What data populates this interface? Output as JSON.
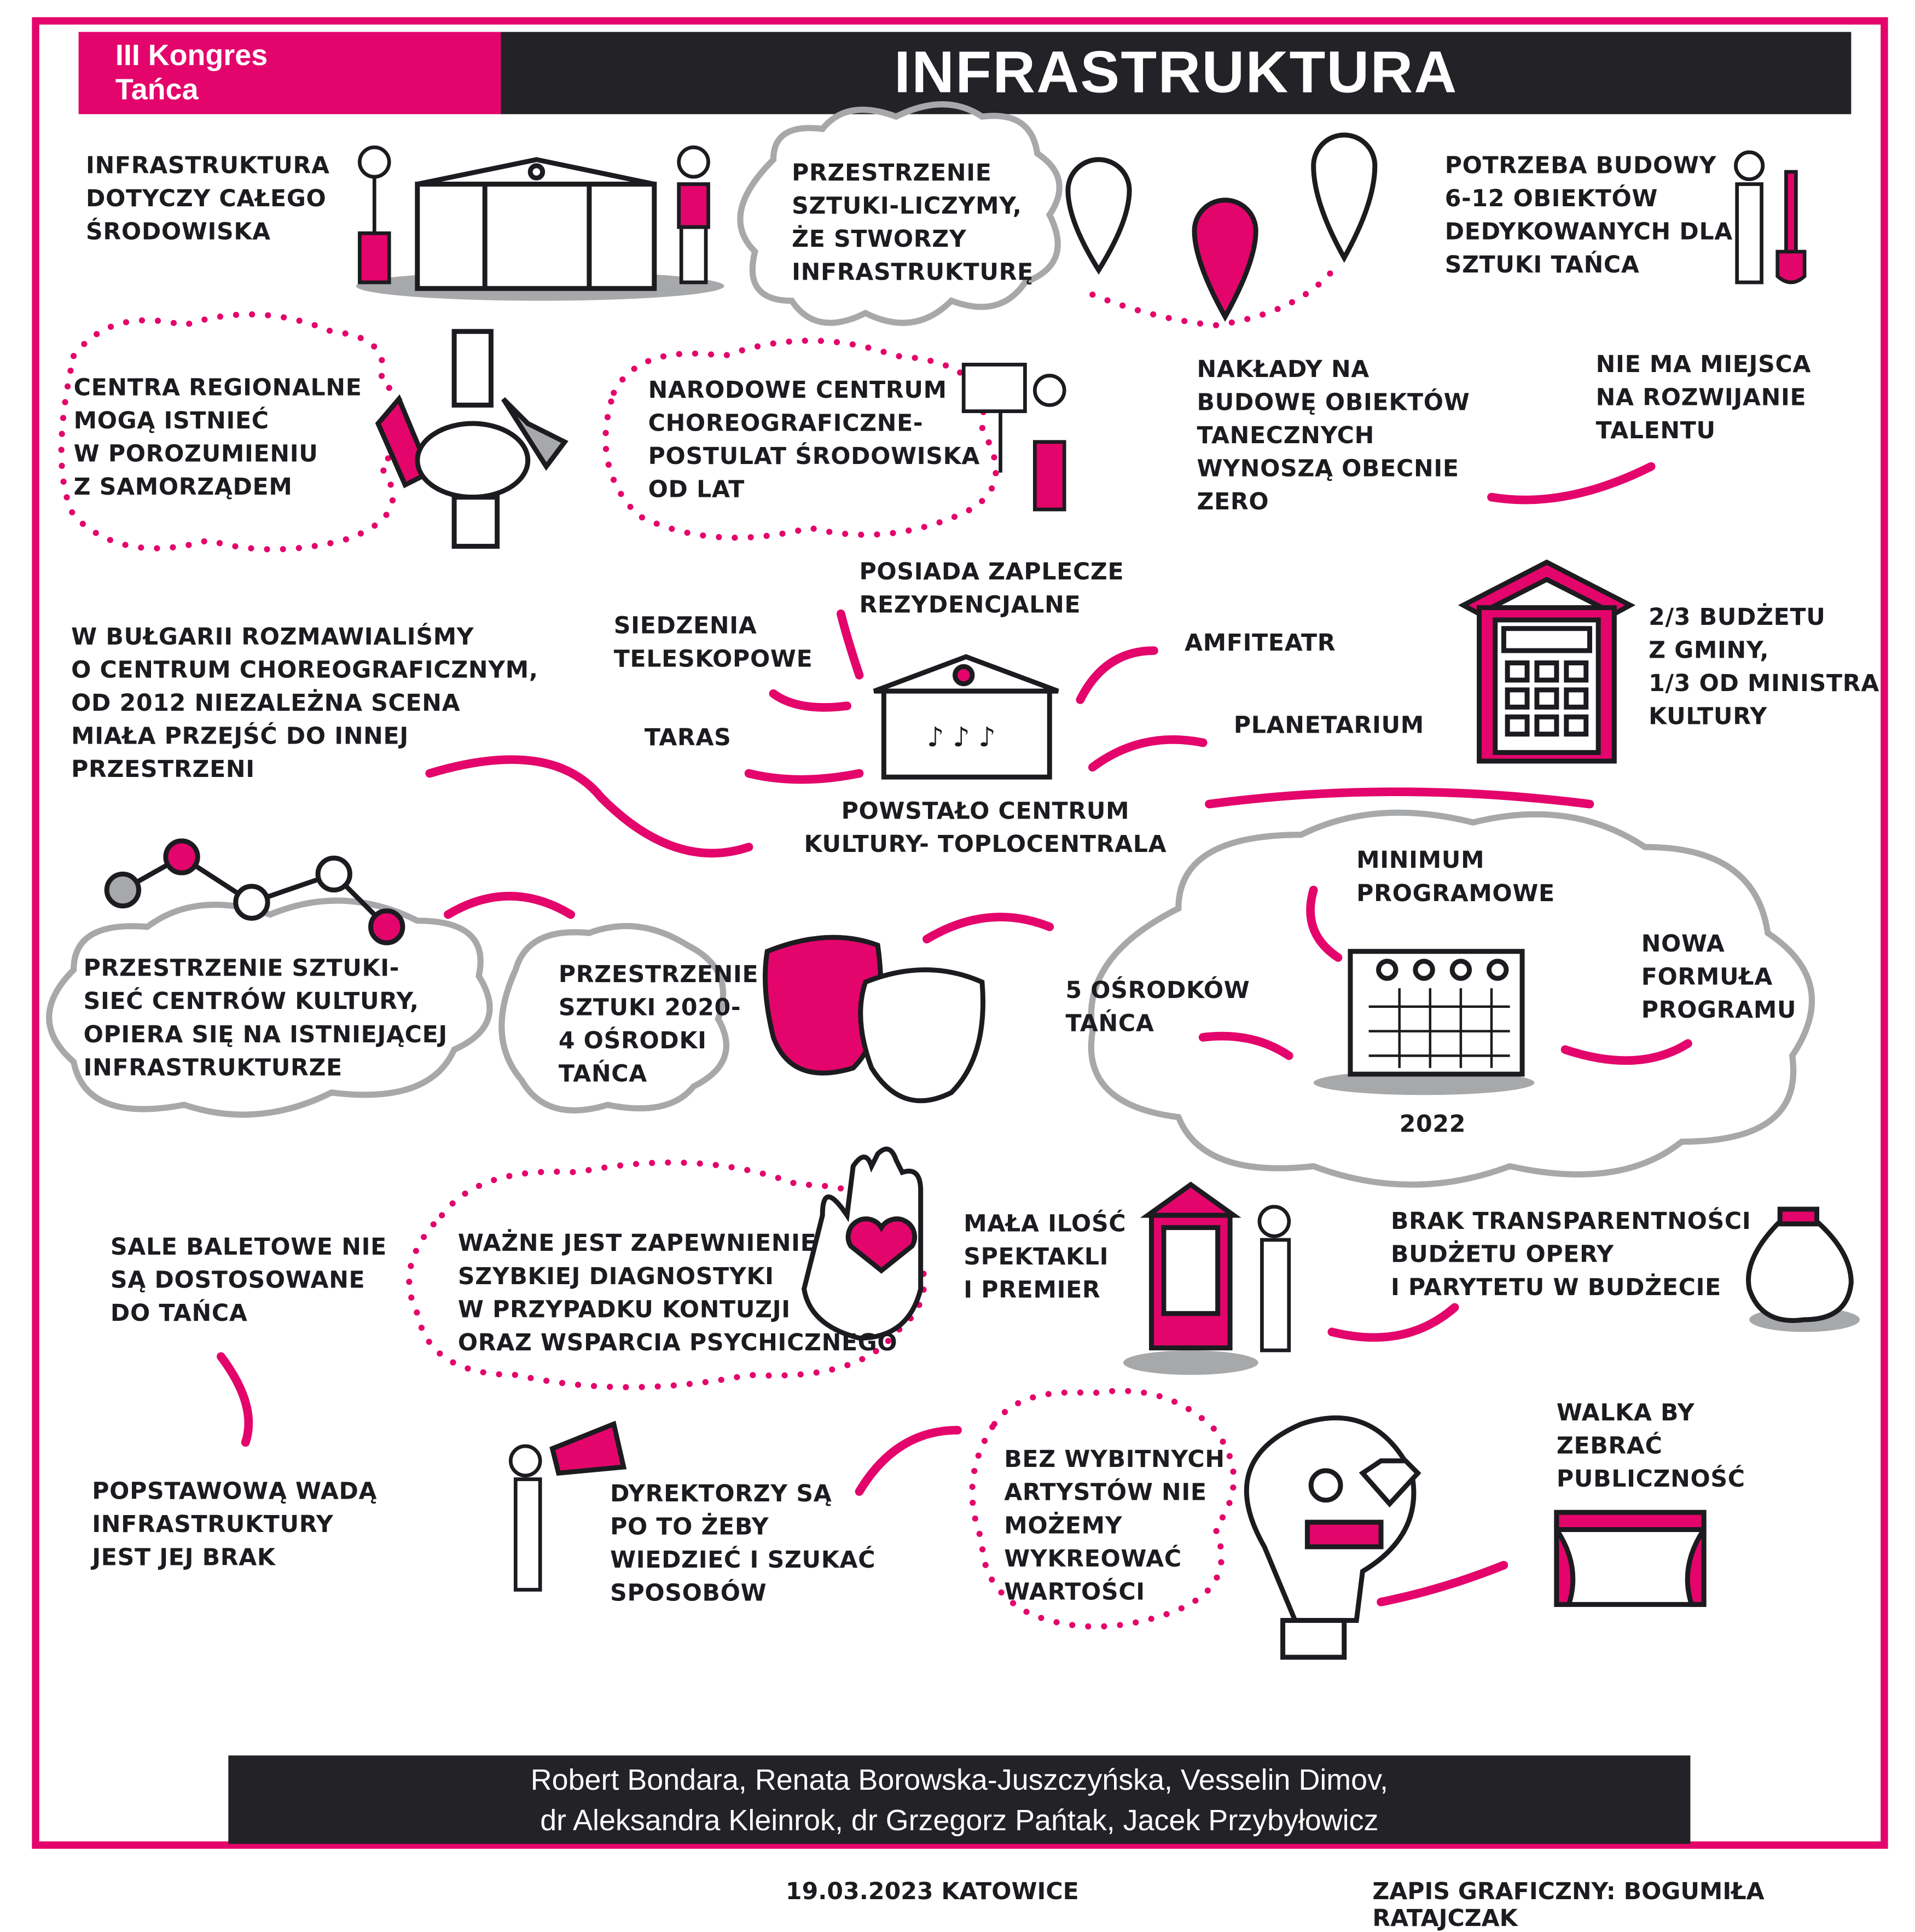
{
  "header": {
    "event_line1": "III Kongres",
    "event_line2": "Tańca",
    "title": "INFRASTRUKTURA"
  },
  "notes": {
    "n1": [
      "Infrastruktura",
      "dotyczy całego",
      "środowiska"
    ],
    "n2": [
      "Przestrzenie",
      "sztuki-liczymy,",
      "że stworzy",
      "infrastrukturę"
    ],
    "n3": [
      "Potrzeba budowy",
      "6-12 obiektów",
      "dedykowanych dla",
      "sztuki tańca"
    ],
    "n4": [
      "Centra regionalne",
      "mogą istnieć",
      "w porozumieniu",
      "z samorządem"
    ],
    "n5": [
      "Narodowe centrum",
      "choreograficzne-",
      "Postulat środowiska",
      "od lat"
    ],
    "n6": [
      "Nakłady na",
      "budowę obiektów",
      "tanecznych",
      "wynoszą obecnie",
      "zero"
    ],
    "n7": [
      "Nie ma miejsca",
      "na rozwijanie",
      "talentu"
    ],
    "n8": [
      "Posiada zaplecze",
      "rezydencjalne"
    ],
    "n9": [
      "Siedzenia",
      "teleskopowe"
    ],
    "n10": [
      "W Bułgarii rozmawialiśmy",
      "o centrum choreograficznym,",
      "od 2012 niezależna scena",
      "miała przejść do innej",
      "przestrzeni"
    ],
    "n11": [
      "Amfiteatr"
    ],
    "n12": [
      "Planetarium"
    ],
    "n13": [
      "Taras"
    ],
    "n14": [
      "2/3 budżetu",
      "z gminy,",
      "1/3 od ministra",
      "kultury"
    ],
    "n15": [
      "Powstało centrum",
      "kultury- Toplocentrala"
    ],
    "n16": [
      "Minimum",
      "programowe"
    ],
    "n17": [
      "Przestrzenie sztuki-",
      "sieć centrów kultury,",
      "opiera się na istniejącej",
      "infrastrukturze"
    ],
    "n18": [
      "Przestrzenie",
      "sztuki 2020-",
      "4 ośrodki",
      "tańca"
    ],
    "n19": [
      "5 ośrodków",
      "tańca"
    ],
    "n20": [
      "Nowa",
      "formuła",
      "programu"
    ],
    "n21": [
      "2022"
    ],
    "n22": [
      "Sale baletowe nie",
      "są dostosowane",
      "do tańca"
    ],
    "n23": [
      "Ważne jest zapewnienie",
      "szybkiej diagnostyki",
      "w przypadku kontuzji",
      "oraz wsparcia psychicznego"
    ],
    "n24": [
      "Mała ilość",
      "spektakli",
      "i premier"
    ],
    "n25": [
      "Brak transparentności",
      "budżetu opery",
      "i parytetu w budżecie"
    ],
    "n26": [
      "Popstawową wadą",
      "infrastruktury",
      "jest jej brak"
    ],
    "n27": [
      "Dyrektorzy są",
      "po to żeby",
      "wiedzieć i szukać",
      "sposobów"
    ],
    "n28": [
      "Bez wybitnych",
      "artystów nie",
      "możemy",
      "wykreować",
      "wartości"
    ],
    "n29": [
      "Walka by",
      "zebrać",
      "publiczność"
    ]
  },
  "footer": {
    "line1": "Robert Bondara, Renata Borowska-Juszczyńska, Vesselin Dimov,",
    "line2": "dr Aleksandra Kleinrok, dr Grzegorz Pańtak, Jacek Przybyłowicz"
  },
  "bottom": {
    "date_place": "19.03.2023  Katowice",
    "credit": "Zapis graficzny: Bogumiła Ratajczak"
  },
  "colors": {
    "accent": "#e3056b",
    "dark": "#232226",
    "gray": "#a7a8aa"
  },
  "icons": [
    "building-icon",
    "map-pin-icon",
    "handshake-icon",
    "shovel-icon",
    "sign-icon",
    "house-icon",
    "calculator-icon",
    "theatre-masks-icon",
    "calendar-icon",
    "heart-hand-icon",
    "megaphone-icon",
    "poster-column-icon",
    "money-bag-icon",
    "lightbulb-icon",
    "diamond-icon",
    "stage-curtain-icon",
    "network-icon",
    "arrow-icon"
  ]
}
